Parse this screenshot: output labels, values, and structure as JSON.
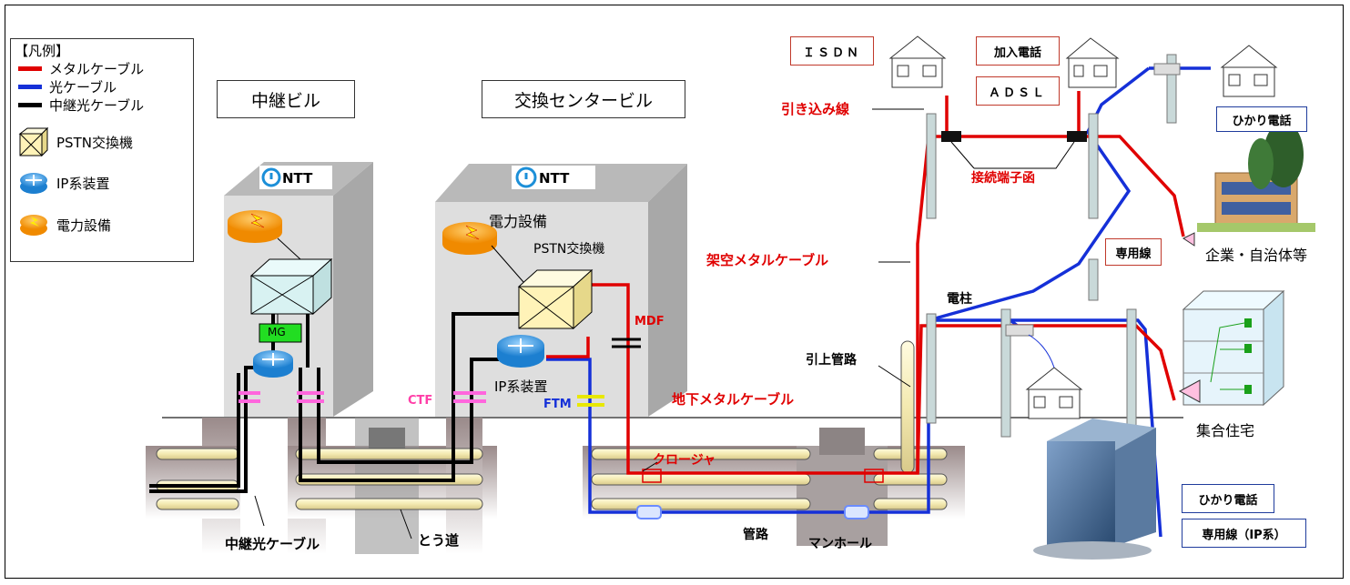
{
  "legend": {
    "title": "【凡例】",
    "items": [
      {
        "label": "メタルケーブル",
        "color": "#e00000",
        "kind": "line"
      },
      {
        "label": "光ケーブル",
        "color": "#1530d8",
        "kind": "line"
      },
      {
        "label": "中継光ケーブル",
        "color": "#000000",
        "kind": "line"
      },
      {
        "label": "PSTN交換機",
        "kind": "pstn-icon"
      },
      {
        "label": "IP系装置",
        "kind": "ip-icon"
      },
      {
        "label": "電力設備",
        "kind": "power-icon"
      }
    ]
  },
  "buildings": {
    "relay": {
      "title": "中継ビル",
      "logo": "NTT",
      "mg": "MG"
    },
    "exchange": {
      "title": "交換センタービル",
      "logo": "NTT",
      "power_label": "電力設備",
      "pstn_label": "PSTN交換機",
      "ip_label": "IP系装置"
    }
  },
  "labels": {
    "ctf": "CTF",
    "ftm": "FTM",
    "mdf": "MDF",
    "relay_optical_cable": "中継光ケーブル",
    "tunnel": "とう道",
    "conduit": "管路",
    "manhole": "マンホール",
    "underground_metal": "地下メタルケーブル",
    "closure": "クロージャ",
    "riser": "引上管路",
    "utility_pole": "電柱",
    "aerial_metal": "架空メタルケーブル",
    "drop_wire": "引き込み線",
    "terminal_box": "接続端子函",
    "dedicated_line": "専用線",
    "enterprise": "企業・自治体等",
    "apartment": "集合住宅"
  },
  "tags": {
    "isdn": "ＩＳＤＮ",
    "subscriber_phone": "加入電話",
    "adsl": "ＡＤＳＬ",
    "hikari_phone_top": "ひかり電話",
    "hikari_phone_bottom": "ひかり電話",
    "dedicated_ip": "専用線（IP系）"
  },
  "colors": {
    "metal": "#e00000",
    "optical": "#1530d8",
    "relay_optical": "#000000",
    "building": "#d4d4d4"
  }
}
